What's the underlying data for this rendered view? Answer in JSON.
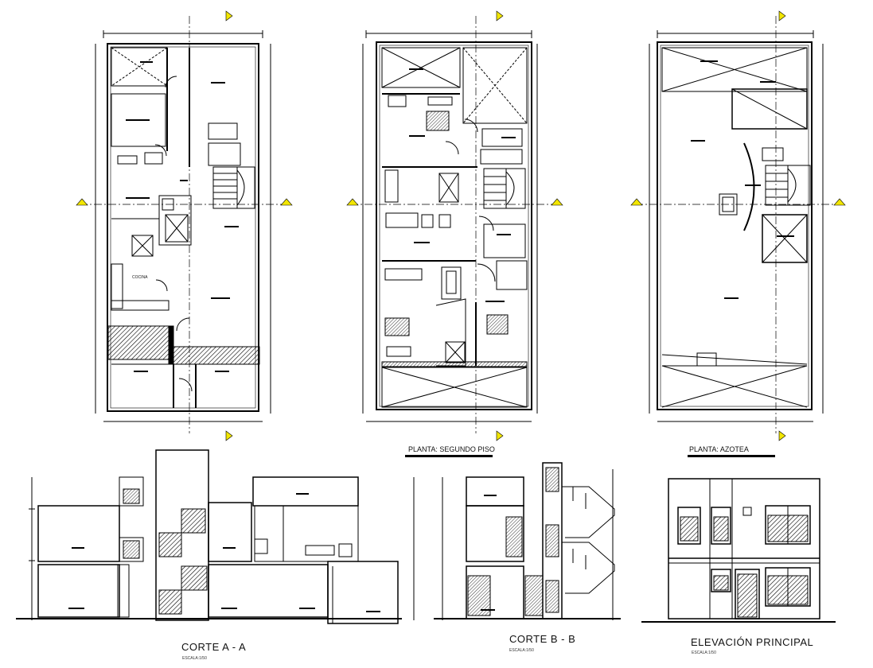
{
  "drawing": {
    "plans": [
      {
        "id": "first",
        "title": ""
      },
      {
        "id": "second",
        "title": "PLANTA: SEGUNDO PISO"
      },
      {
        "id": "roof",
        "title": "PLANTA: AZOTEA"
      }
    ],
    "sections": [
      {
        "id": "corte-a",
        "title": "CORTE A - A",
        "scale": "ESCALA:1/50"
      },
      {
        "id": "corte-b",
        "title": "CORTE B - B",
        "scale": "ESCALA:1/50"
      },
      {
        "id": "elevacion",
        "title": "ELEVACIÓN PRINCIPAL",
        "scale": "ESCALA:1/50"
      }
    ],
    "room_labels": {
      "kitchen": "COCINA"
    },
    "colors": {
      "line": "#000000",
      "marker": "#f2e600",
      "paper": "#ffffff"
    }
  }
}
